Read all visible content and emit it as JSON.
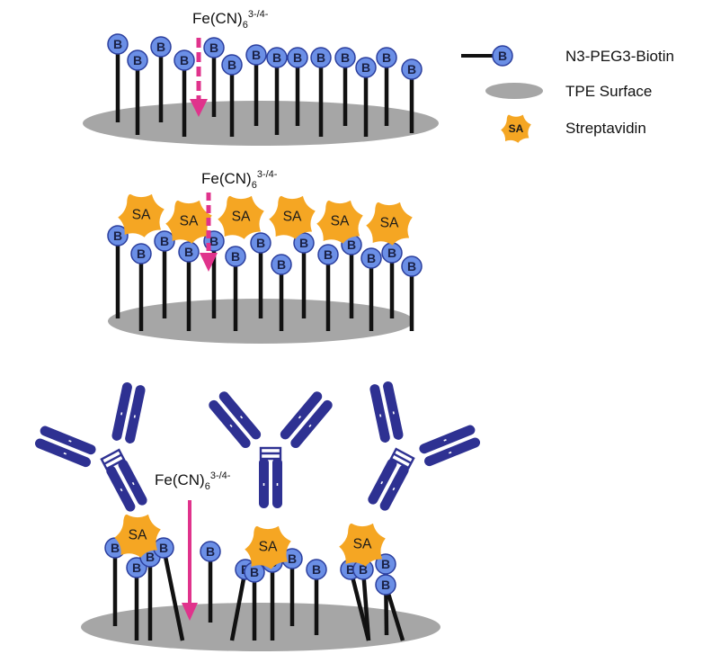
{
  "legend": {
    "items": [
      {
        "name": "linker",
        "label": "N3-PEG3-Biotin"
      },
      {
        "name": "surface",
        "label": "TPE Surface"
      },
      {
        "name": "streptavidin",
        "label": "Streptavidin"
      }
    ]
  },
  "labels": {
    "biotin": "B",
    "streptavidin": "SA",
    "redox_probe": "Fe(CN)",
    "redox_sub": "6",
    "redox_sup": "3-/4-"
  },
  "colors": {
    "biotin": "#6b8fe6",
    "biotin_stroke": "#2c3f9e",
    "streptavidin": "#f5a623",
    "surface": "#a6a6a6",
    "linker": "#111111",
    "antibody": "#2e3192",
    "arrow": "#e0338c"
  },
  "icons": [
    "biotin-icon",
    "streptavidin-icon",
    "antibody-icon",
    "arrow-icon"
  ]
}
